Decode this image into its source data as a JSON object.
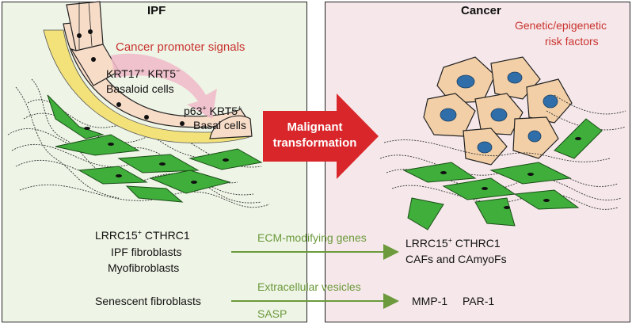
{
  "ipf": {
    "title": "IPF",
    "promoter": "Cancer promoter signals",
    "basaloid": {
      "l1_pre": "KRT17",
      "l1_s1": "+",
      "l1_mid": " KRT5",
      "l1_s2": "−",
      "l2": "Basaloid cells"
    },
    "basal": {
      "l1_pre": "p63",
      "l1_s1": "+",
      "l1_mid": " KRT5",
      "l1_s2": "+",
      "l2": "Basal cells"
    },
    "fibro": {
      "l1_pre": "LRRC15",
      "l1_s1": "+",
      "l1_mid": " CTHRC1",
      "l2": "IPF fibroblasts",
      "l3": "Myofibroblasts"
    },
    "senescent": "Senescent fibroblasts"
  },
  "transition": {
    "l1": "Malignant",
    "l2": "transformation"
  },
  "links": {
    "ecm": "ECM-modifying genes",
    "ev": "Extracellular vesicles",
    "sasp": "SASP"
  },
  "cancer": {
    "title": "Cancer",
    "risk_l1": "Genetic/epigenetic",
    "risk_l2": "risk factors",
    "caf": {
      "l1_pre": "LRRC15",
      "l1_s1": "+",
      "l1_mid": " CTHRC1",
      "l2": "CAFs and CAmyoFs"
    },
    "mmp": "MMP-1",
    "par": "PAR-1"
  },
  "colors": {
    "ipf_bg": "#eef4e6",
    "cancer_bg": "#f6e8ea",
    "red": "#c9332f",
    "green": "#6c9a3c",
    "fibroblast": "#3fae3a",
    "tumor_cell": "#f2cfa7",
    "nucleus": "#2f6ea8"
  }
}
